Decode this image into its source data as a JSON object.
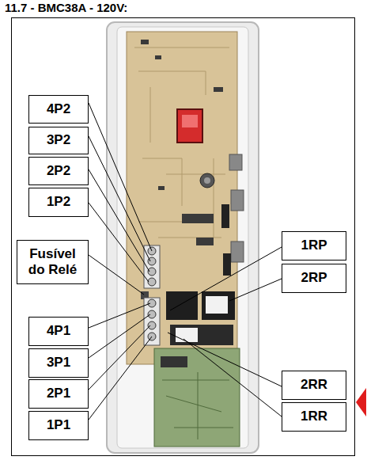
{
  "diagram": {
    "title": "11.7 - BMC38A - 120V:",
    "nodes": [
      {
        "text": [
          "4P2"
        ]
      },
      {
        "text": [
          "3P2"
        ]
      },
      {
        "text": [
          "2P2"
        ]
      },
      {
        "text": [
          "1P2"
        ]
      },
      {
        "text": [
          "Fusível do Relé"
        ]
      },
      {
        "text": [
          "4P1"
        ]
      },
      {
        "text": [
          "3P1"
        ]
      },
      {
        "text": [
          "2P1"
        ]
      },
      {
        "text": [
          "1P1"
        ]
      },
      {
        "text": [
          "1RP"
        ]
      },
      {
        "text": [
          "2RP"
        ]
      },
      {
        "text": [
          "2RR"
        ]
      },
      {
        "text": [
          "1RR"
        ]
      }
    ]
  }
}
